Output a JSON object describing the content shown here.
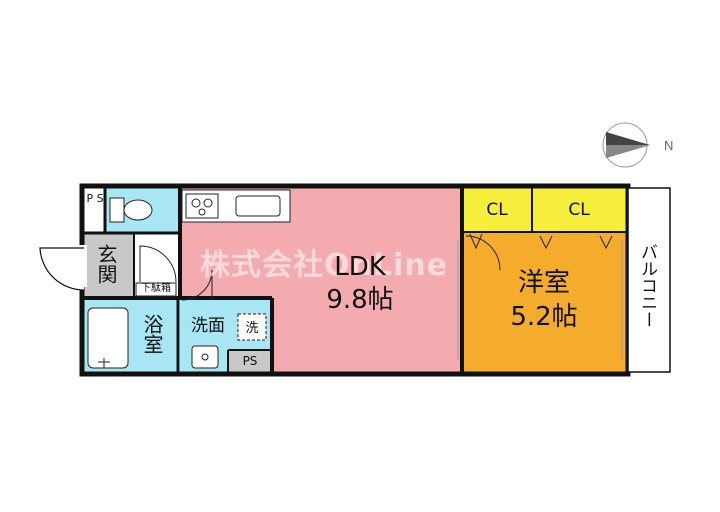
{
  "compass": {
    "label": "N"
  },
  "watermark": "株式会社OnLine",
  "rooms": {
    "ldk": {
      "name": "LDK",
      "size": "9.8帖",
      "color": "#f4abb0"
    },
    "western": {
      "name": "洋室",
      "size": "5.2帖",
      "color": "#f5ac2c"
    },
    "closet_left": {
      "name": "CL",
      "color": "#f6ee3a"
    },
    "closet_right": {
      "name": "CL",
      "color": "#f6ee3a"
    },
    "balcony": {
      "name": "バルコニー"
    },
    "entrance": {
      "name": "玄関",
      "color": "#c8c8c8"
    },
    "shoe_box": {
      "name": "下駄箱"
    },
    "bathroom": {
      "name": "浴室",
      "color": "#a7e6f2"
    },
    "washroom": {
      "name": "洗面",
      "washer": "洗",
      "color": "#a7e6f2"
    },
    "ps_top": {
      "name": "P S"
    },
    "ps_bottom": {
      "name": "PS"
    },
    "toilet": {
      "color": "#a7e6f2"
    }
  }
}
